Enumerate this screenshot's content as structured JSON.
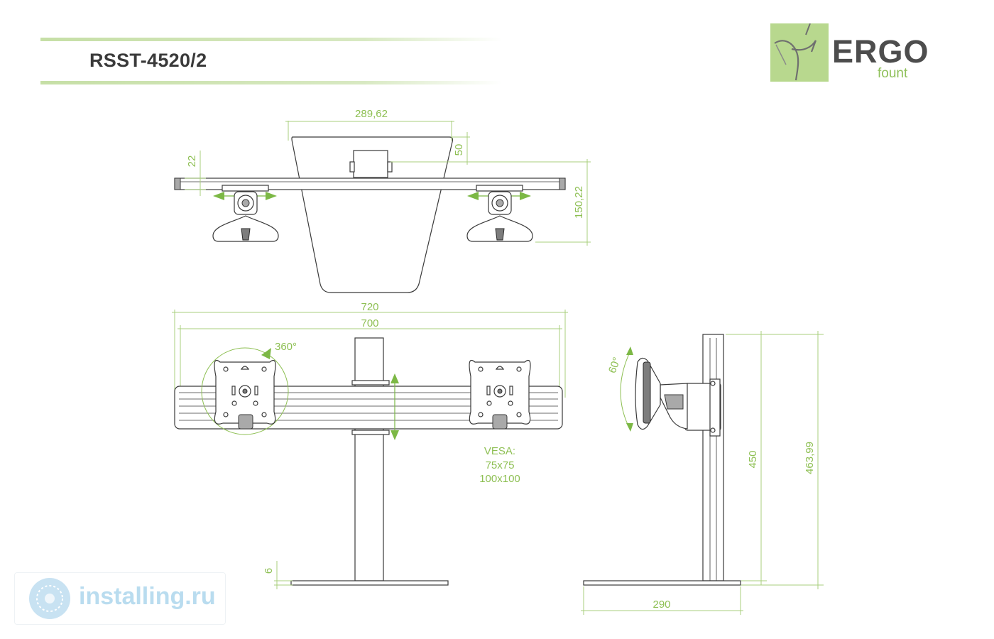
{
  "header": {
    "title": "RSST-4520/2"
  },
  "logo": {
    "brand": "ERGO",
    "sub": "fount"
  },
  "colors": {
    "dimension": "#8dbf52",
    "outline": "#3a3a3a",
    "logo_green": "#b8d88e",
    "watermark": "#b9dcef"
  },
  "top_view": {
    "dims": {
      "width_top": "289,62",
      "depth_small": "50",
      "left_height": "22",
      "right_height": "150,22"
    }
  },
  "front_view": {
    "dims": {
      "outer_width": "720",
      "inner_width": "700",
      "base_thickness": "6"
    },
    "rotation_label": "360°",
    "vesa": {
      "label": "VESA:",
      "size1": "75x75",
      "size2": "100x100"
    }
  },
  "side_view": {
    "dims": {
      "tilt": "60°",
      "column_height": "450",
      "total_height": "463,99",
      "base_depth": "290"
    }
  },
  "watermark": {
    "text": "installing.ru"
  }
}
